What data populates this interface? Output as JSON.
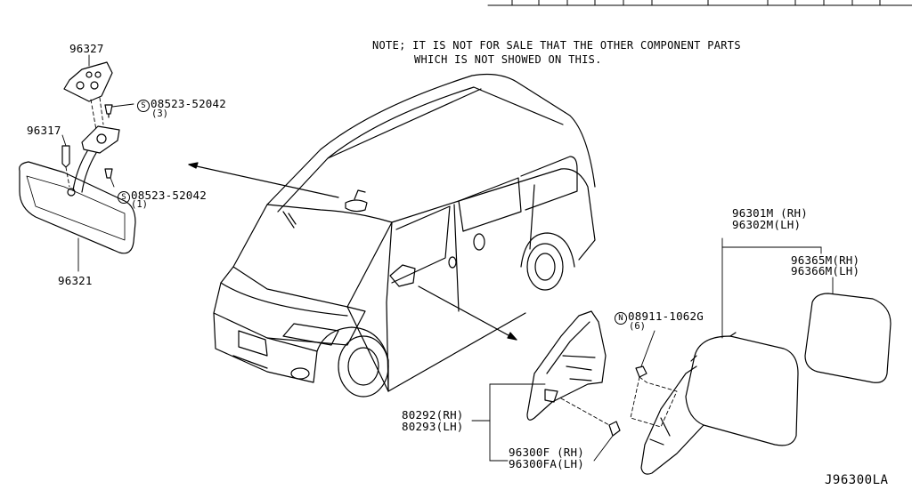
{
  "note": {
    "line1": "NOTE; IT IS NOT FOR SALE THAT THE OTHER COMPONENT PARTS",
    "line2": "WHICH IS NOT SHOWED ON THIS."
  },
  "inner_mirror": {
    "bracket_cover": "96327",
    "screw_upper": {
      "prefix": "S",
      "number": "08523-52042",
      "qty": "(3)"
    },
    "bracket_pin": "96317",
    "screw_lower": {
      "prefix": "S",
      "number": "08523-52042",
      "qty": "(1)"
    },
    "mirror": "96321"
  },
  "door_mirror": {
    "assy_rh": "96301M (RH)",
    "assy_lh": "96302M(LH)",
    "glass_rh": "96365M(RH)",
    "glass_lh": "96366M(LH)",
    "nut": {
      "prefix": "N",
      "number": "08911-1062G",
      "qty": "(6)"
    },
    "finisher_rh": "80292(RH)",
    "finisher_lh": "80293(LH)",
    "base_rh": "96300F (RH)",
    "base_lh": "96300FA(LH)"
  },
  "diagram_ref": "J96300LA"
}
